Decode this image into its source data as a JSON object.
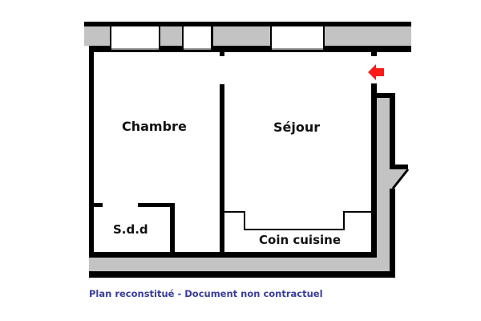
{
  "plan": {
    "rooms": [
      {
        "id": "chambre",
        "label": "Chambre"
      },
      {
        "id": "sejour",
        "label": "Séjour"
      },
      {
        "id": "sdd",
        "label": "S.d.d"
      },
      {
        "id": "coin-cuisine",
        "label": "Coin cuisine"
      }
    ],
    "entrance_marker": {
      "icon": "red-arrow-left-icon",
      "color": "#ff1a1a"
    },
    "colors": {
      "wall": "#000000",
      "wall_fill": "#c3c3c3",
      "window": "#ffffff"
    }
  },
  "caption": {
    "text": "Plan reconstitué - Document non contractuel",
    "color": "#3a3d9a"
  }
}
